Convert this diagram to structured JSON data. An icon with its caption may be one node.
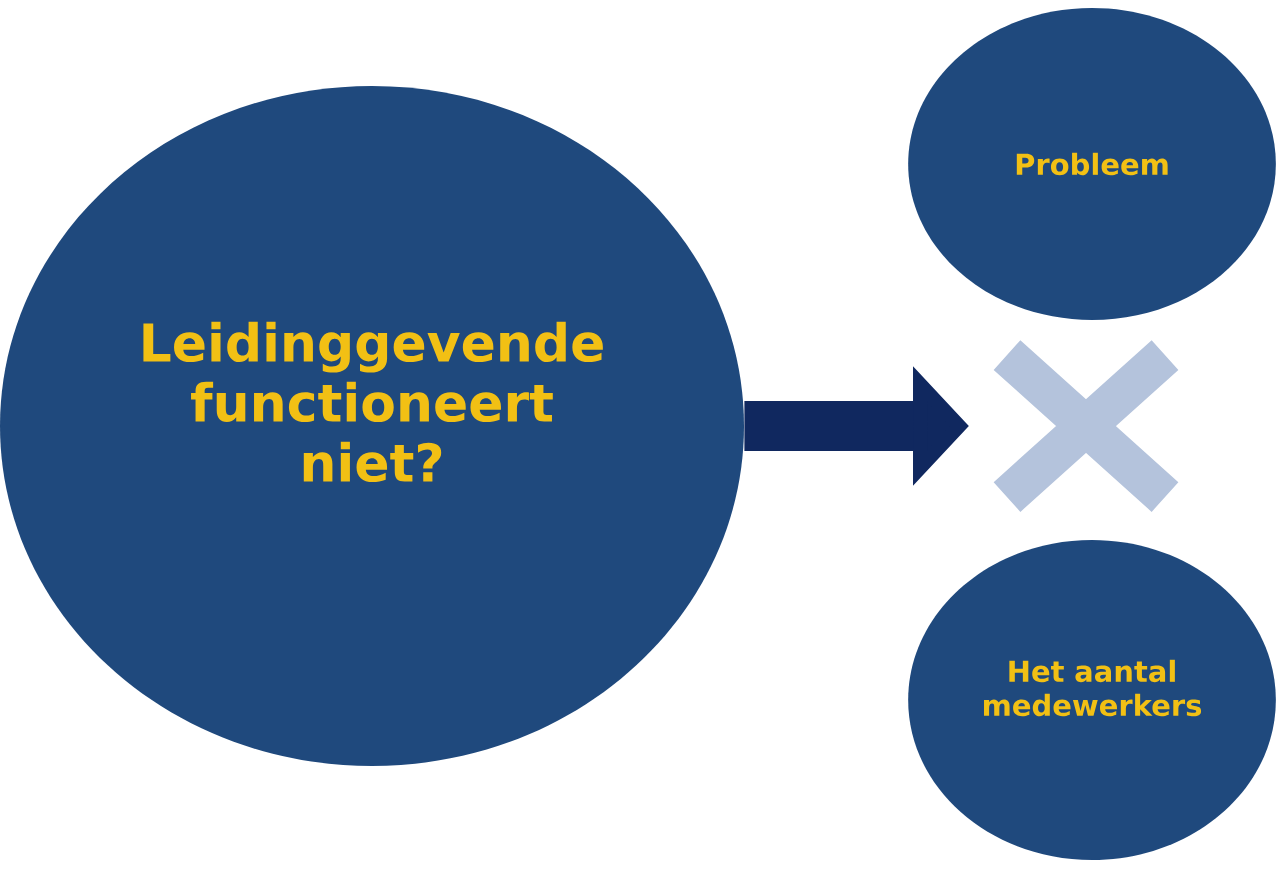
{
  "diagram": {
    "nodes": [
      {
        "text": [
          "Leidinggevende functioneert niet?"
        ]
      },
      {
        "text": [
          "Probleem"
        ]
      },
      {
        "text": [],
        "shape": "cross"
      },
      {
        "text": [
          "Het aantal medewerkers"
        ]
      }
    ],
    "edges": [
      {
        "from": 0,
        "to": 2,
        "arrow": "to"
      }
    ]
  }
}
